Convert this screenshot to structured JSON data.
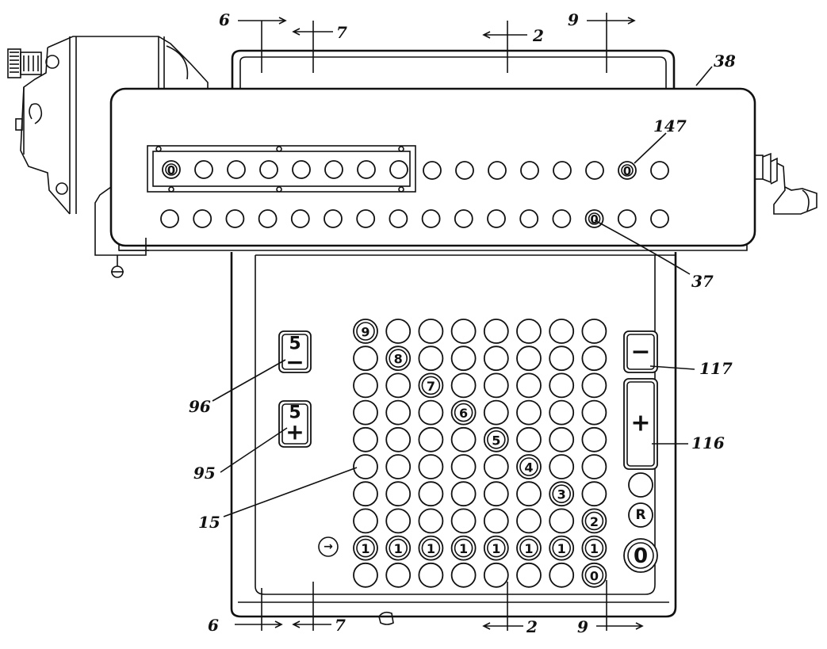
{
  "section_lines": {
    "top": [
      "6",
      "7",
      "2",
      "9"
    ],
    "bottom": [
      "6",
      "7",
      "2",
      "9"
    ]
  },
  "reference_numerals": {
    "housing": "38",
    "counter_dial": "147",
    "accumulator_dial": "37",
    "subtract_key": "117",
    "add_key": "116",
    "minus_five_key": "96",
    "plus_five_key": "95",
    "keyboard_key": "15"
  },
  "result_register": {
    "window_digits": [
      "0",
      "",
      "",
      "",
      "",
      "",
      "",
      ""
    ],
    "outer_digits": [
      "",
      "",
      "",
      "",
      "",
      "",
      "0",
      ""
    ]
  },
  "accumulator_register": {
    "digits": [
      "",
      "",
      "",
      "",
      "",
      "",
      "",
      "",
      "",
      "",
      "",
      "",
      "",
      "0",
      "",
      ""
    ]
  },
  "keyboard": {
    "rows": [
      [
        "9",
        "",
        "",
        "",
        "",
        "",
        "",
        ""
      ],
      [
        "",
        "8",
        "",
        "",
        "",
        "",
        "",
        ""
      ],
      [
        "",
        "",
        "7",
        "",
        "",
        "",
        "",
        ""
      ],
      [
        "",
        "",
        "",
        "6",
        "",
        "",
        "",
        ""
      ],
      [
        "",
        "",
        "",
        "",
        "5",
        "",
        "",
        ""
      ],
      [
        "",
        "",
        "",
        "",
        "",
        "4",
        "",
        ""
      ],
      [
        "",
        "",
        "",
        "",
        "",
        "",
        "3",
        ""
      ],
      [
        "",
        "",
        "",
        "",
        "",
        "",
        "",
        "2"
      ],
      [
        "1",
        "1",
        "1",
        "1",
        "1",
        "1",
        "1",
        "1"
      ],
      [
        "",
        "",
        "",
        "",
        "",
        "",
        "",
        "0"
      ]
    ]
  },
  "left_keys": {
    "minus_five": {
      "digit": "5",
      "sign": "−"
    },
    "plus_five": {
      "digit": "5",
      "sign": "+"
    }
  },
  "right_keys": {
    "subtract": "−",
    "add": "+",
    "repeat": "R",
    "zero": "0"
  },
  "indicator_arrow": "→"
}
